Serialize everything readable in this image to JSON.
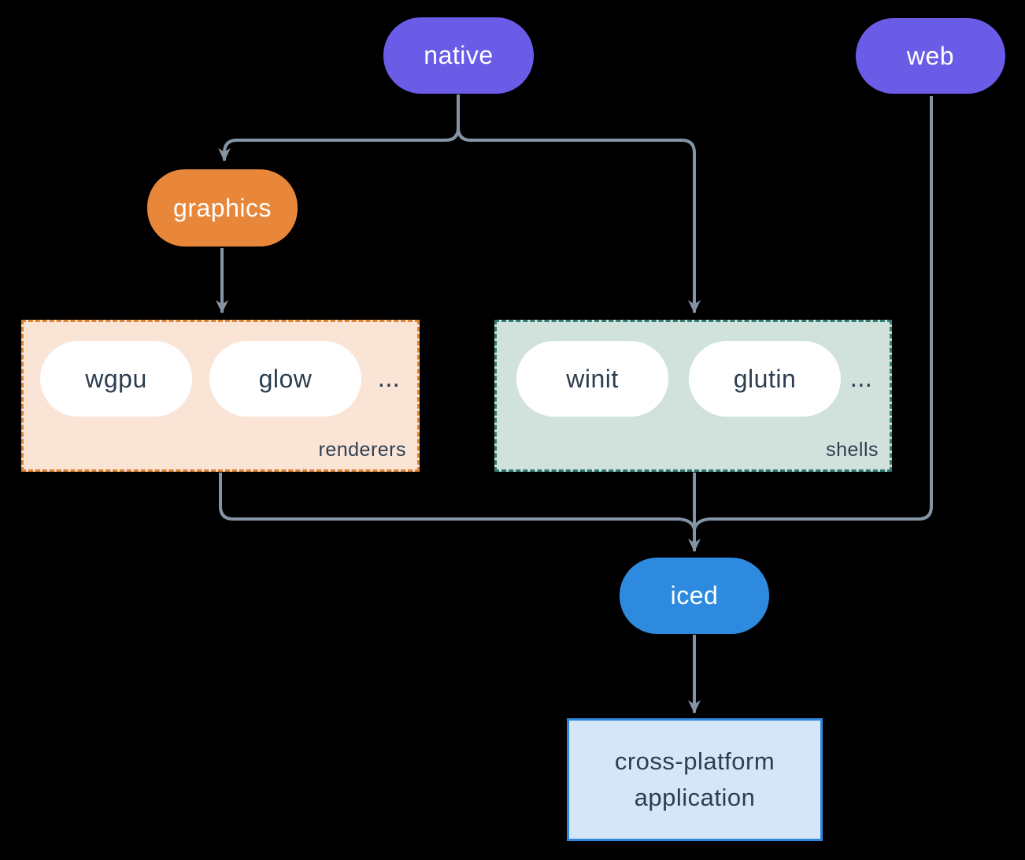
{
  "theme": {
    "bg": "#000000",
    "edge": "#8494a5",
    "node-text": "#ffffff",
    "dark-text": "#2d3e50",
    "purple": "#6a5ce7",
    "orange": "#e8873a",
    "blue": "#2e8ade",
    "white-pill": "#ffffff",
    "renderers-fill": "#fae4d6",
    "renderers-border": "#e0832f",
    "shells-fill": "#d1e2dc",
    "shells-border": "#2e7d6e",
    "app-fill": "#d5e6f8",
    "app-border": "#2f88dd"
  },
  "nodes": {
    "native": {
      "label": "native"
    },
    "web": {
      "label": "web"
    },
    "graphics": {
      "label": "graphics"
    },
    "iced": {
      "label": "iced"
    },
    "app": {
      "line1": "cross-platform",
      "line2": "application"
    }
  },
  "groups": {
    "renderers": {
      "label": "renderers",
      "items": [
        "wgpu",
        "glow"
      ],
      "ellipsis": "..."
    },
    "shells": {
      "label": "shells",
      "items": [
        "winit",
        "glutin"
      ],
      "ellipsis": "..."
    }
  }
}
